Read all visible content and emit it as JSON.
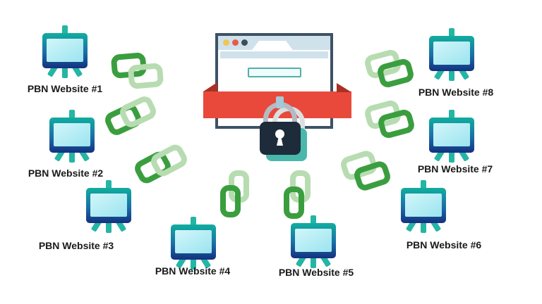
{
  "websites": [
    {
      "label": "PBN Website #1"
    },
    {
      "label": "PBN Website #2"
    },
    {
      "label": "PBN Website #3"
    },
    {
      "label": "PBN Website #4"
    },
    {
      "label": "PBN Website #5"
    },
    {
      "label": "PBN Website #6"
    },
    {
      "label": "PBN Website #7"
    },
    {
      "label": "PBN Website #8"
    }
  ],
  "colors": {
    "chain_dark_green": "#3a9e3f",
    "chain_light_green": "#b7dcb1",
    "ribbon_red": "#e8493b",
    "ribbon_fold_dark_red": "#a93024",
    "monitor_teal": "#25b5a5",
    "monitor_frame_blue": "#14317f",
    "monitor_screen_cyan": "#b9ecf4",
    "browser_frame_slate": "#3d5265",
    "browser_chrome_blue": "#cfe2eb",
    "window_dot_yellow": "#eec654",
    "window_dot_red": "#e8594a",
    "window_dot_dark": "#3d4d5c",
    "lock_body_navy": "#1d2b3a",
    "lock_shackle_silver": "#b3bcc2",
    "lock_shadow_teal": "#4ab7ac"
  }
}
